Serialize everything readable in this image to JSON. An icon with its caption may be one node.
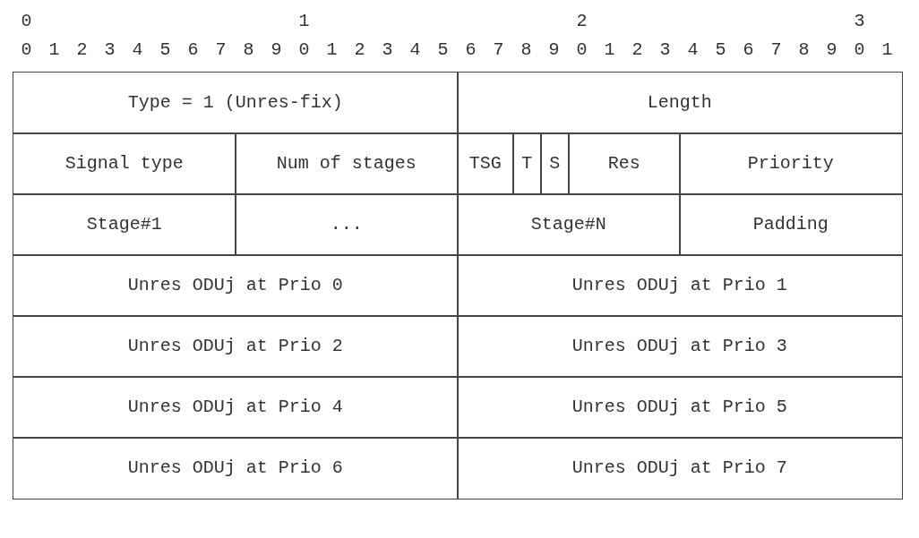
{
  "diagram": {
    "nodes": [
      {
        "text": [
          "Type = 1 (Unres-fix)"
        ]
      },
      {
        "text": [
          "Length"
        ]
      },
      {
        "text": [
          "Signal type"
        ]
      },
      {
        "text": [
          "Num of stages"
        ]
      },
      {
        "text": [
          "TSG"
        ]
      },
      {
        "text": [
          "T"
        ]
      },
      {
        "text": [
          "S"
        ]
      },
      {
        "text": [
          "Res"
        ]
      },
      {
        "text": [
          "Priority"
        ]
      },
      {
        "text": [
          "Stage#1"
        ]
      },
      {
        "text": [
          "..."
        ]
      },
      {
        "text": [
          "Stage#N"
        ]
      },
      {
        "text": [
          "Padding"
        ]
      },
      {
        "text": [
          "Unres ODUj at Prio 0"
        ]
      },
      {
        "text": [
          "Unres ODUj at Prio 1"
        ]
      },
      {
        "text": [
          "Unres ODUj at Prio 2"
        ]
      },
      {
        "text": [
          "Unres ODUj at Prio 3"
        ]
      },
      {
        "text": [
          "Unres ODUj at Prio 4"
        ]
      },
      {
        "text": [
          "Unres ODUj at Prio 5"
        ]
      },
      {
        "text": [
          "Unres ODUj at Prio 6"
        ]
      },
      {
        "text": [
          "Unres ODUj at Prio 7"
        ]
      }
    ],
    "labels": [
      "0",
      "1",
      "2",
      "3",
      "0",
      "1",
      "2",
      "3",
      "4",
      "5",
      "6",
      "7",
      "8",
      "9",
      "0",
      "1",
      "2",
      "3",
      "4",
      "5",
      "6",
      "7",
      "8",
      "9",
      "0",
      "1",
      "2",
      "3",
      "4",
      "5",
      "6",
      "7",
      "8",
      "9",
      "0",
      "1"
    ]
  }
}
